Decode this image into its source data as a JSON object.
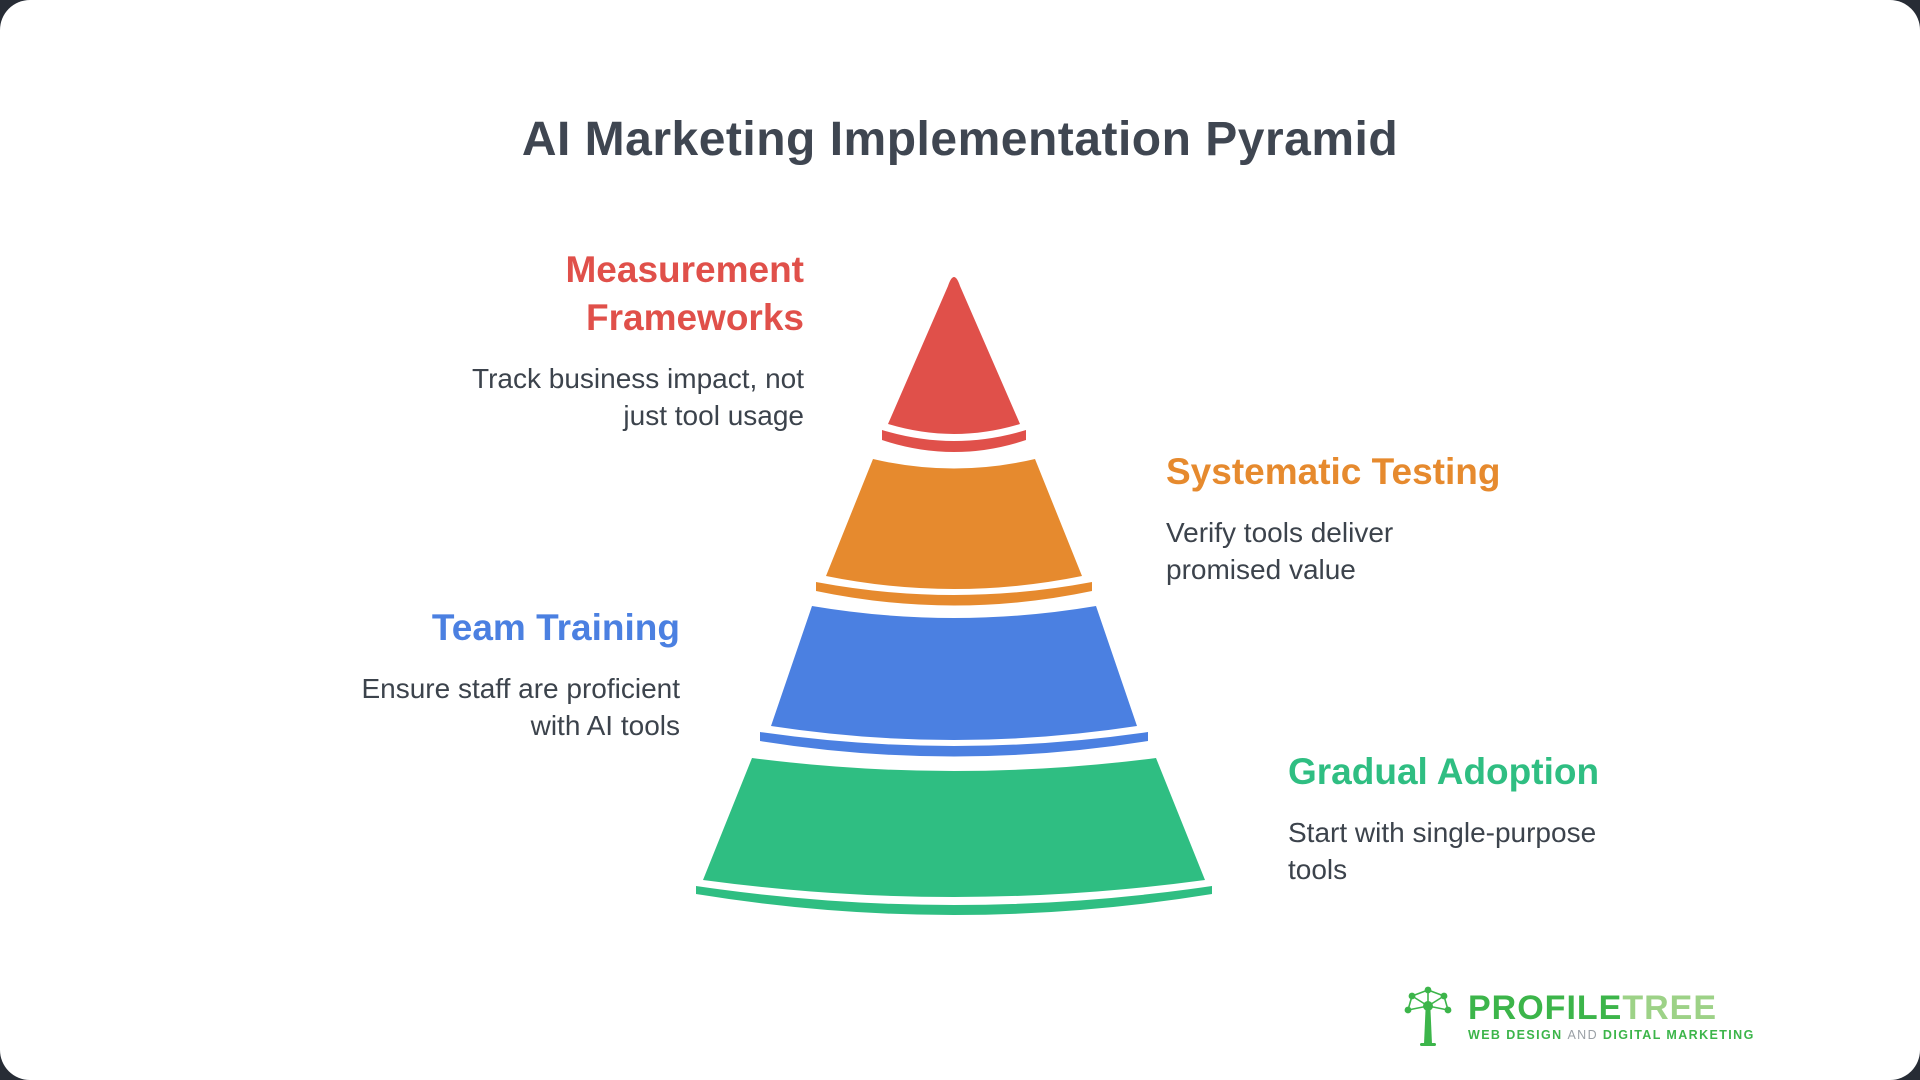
{
  "title": "AI Marketing Implementation Pyramid",
  "colors": {
    "red": "#e0504a",
    "orange": "#e68a2e",
    "blue": "#4b80e1",
    "green": "#2fbe82",
    "body_text": "#3c434c",
    "title_text": "#3f4651",
    "logo_green": "#3cb54a",
    "logo_light_green": "#7dc360",
    "tagline_gray": "#9aa0a6"
  },
  "levels": [
    {
      "name": "measurement-frameworks",
      "heading_line1": "Measurement",
      "heading_line2": "Frameworks",
      "desc_line1": "Track business impact, not",
      "desc_line2": "just tool usage",
      "color": "#e0504a"
    },
    {
      "name": "systematic-testing",
      "heading_line1": "Systematic Testing",
      "desc_line1": "Verify tools deliver",
      "desc_line2": "promised value",
      "color": "#e68a2e"
    },
    {
      "name": "team-training",
      "heading_line1": "Team Training",
      "desc_line1": "Ensure staff are proficient",
      "desc_line2": "with AI tools",
      "color": "#4b80e1"
    },
    {
      "name": "gradual-adoption",
      "heading_line1": "Gradual Adoption",
      "desc_line1": "Start with single-purpose",
      "desc_line2": "tools",
      "color": "#2fbe82"
    }
  ],
  "logo": {
    "brand_part1": "PROFILE",
    "brand_part2": "TREE",
    "tagline_part1": "WEB DESIGN ",
    "tagline_part2": "AND",
    "tagline_part3": " DIGITAL MARKETING"
  }
}
